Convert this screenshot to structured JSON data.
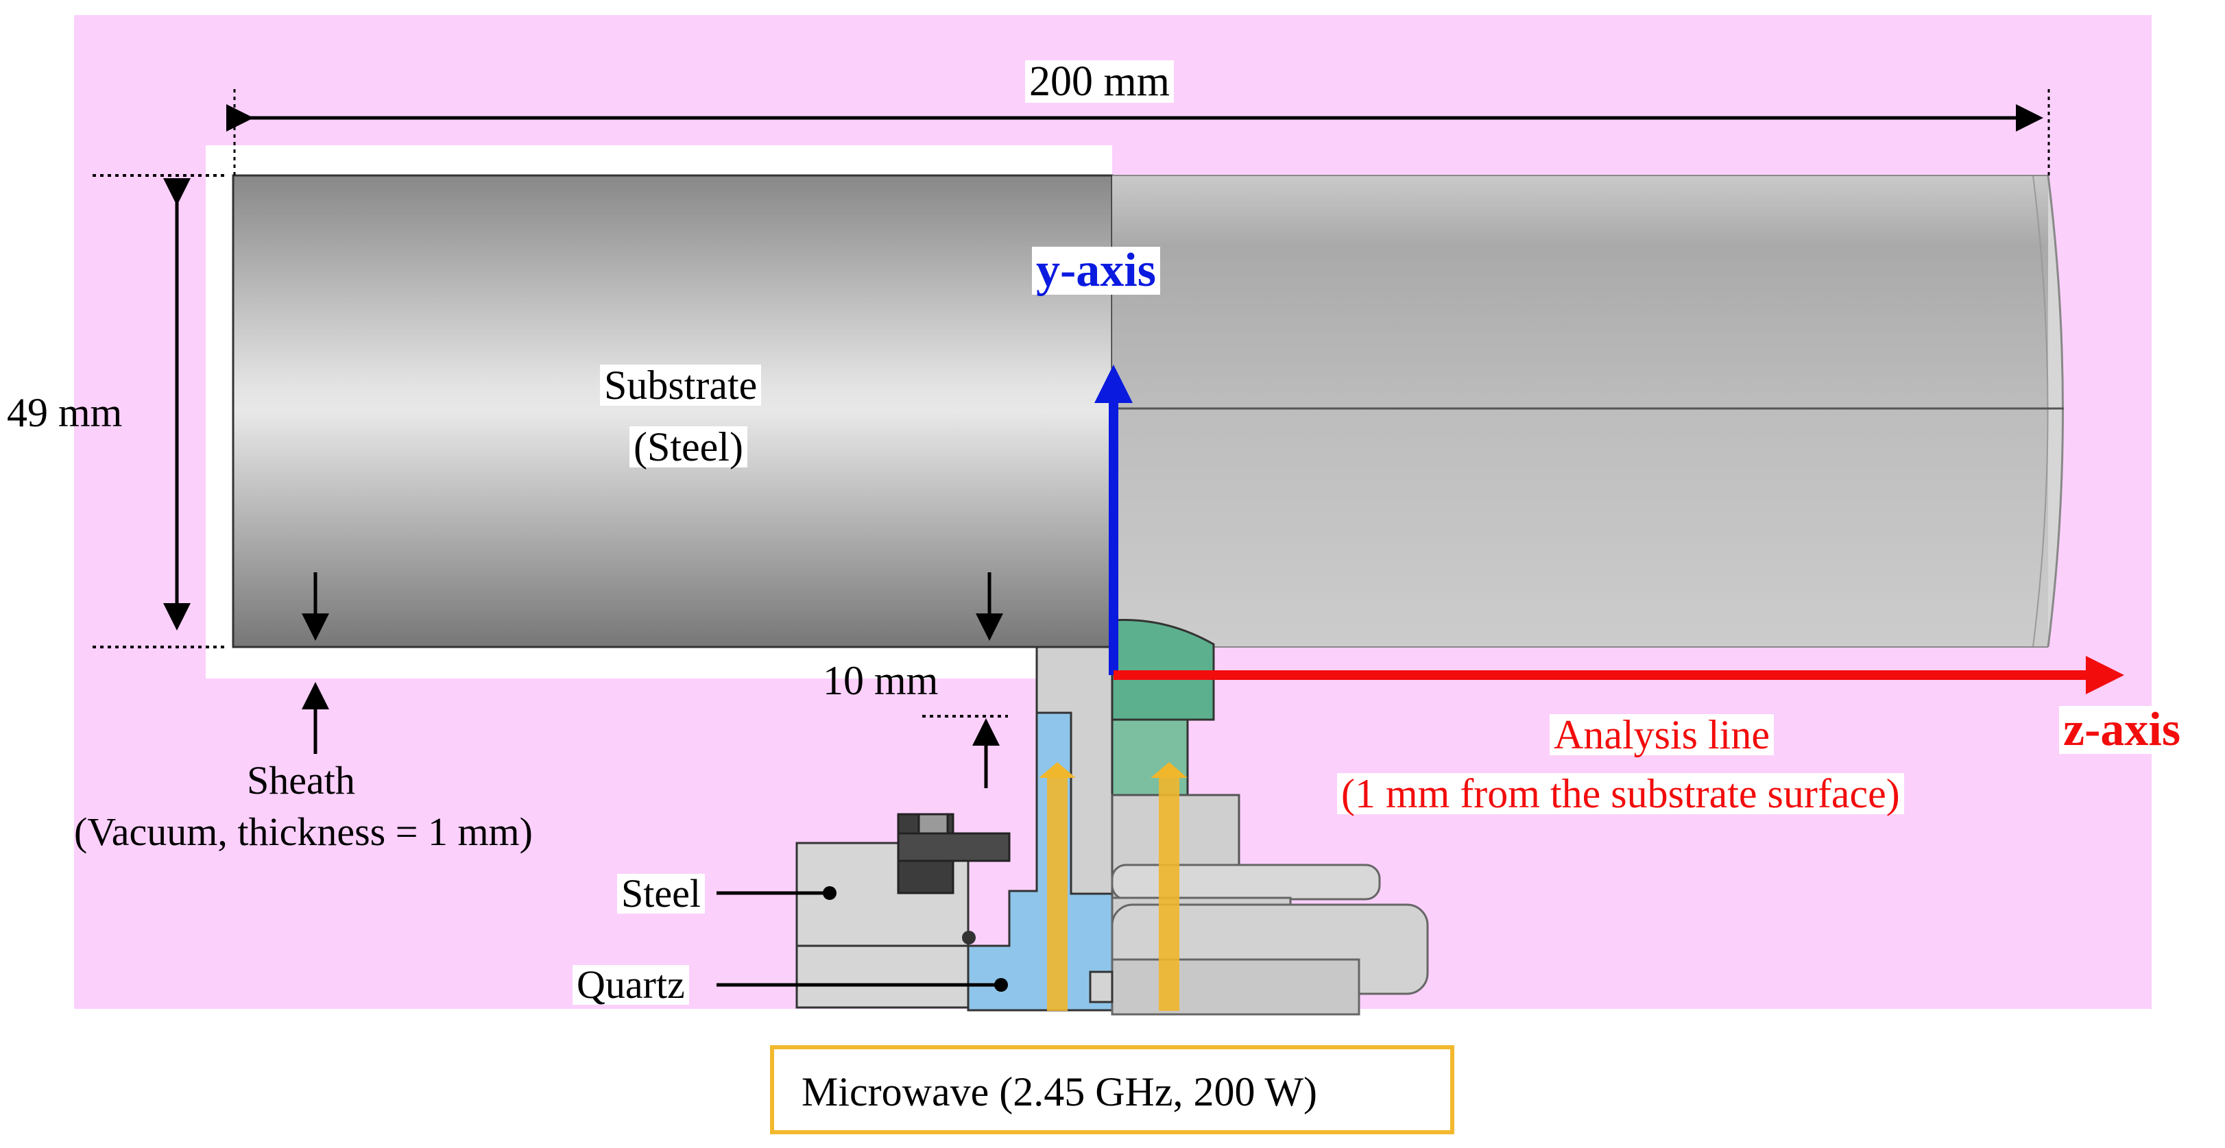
{
  "labels": {
    "width_dim": "200 mm",
    "height_dim": "49 mm",
    "gap_dim": "10 mm",
    "substrate": "Substrate",
    "substrate_material": "(Steel)",
    "sheath": "Sheath",
    "sheath_detail": "(Vacuum, thickness = 1 mm)",
    "steel": "Steel",
    "quartz": "Quartz",
    "y_axis": "y-axis",
    "z_axis": "z-axis",
    "analysis_line": "Analysis line",
    "analysis_detail": "(1 mm from the substrate surface)",
    "microwave": "Microwave (2.45 GHz, 200 W)"
  },
  "colors": {
    "background_domain": "#fbd0fb",
    "y_axis": "#0a1adf",
    "z_axis": "#f20c0c",
    "analysis_text": "#f20c0c",
    "quartz": "#8fc5ea",
    "microwave_arrow": "#f0b62c",
    "steel_part": "#d0d0d0",
    "insert_green": "#5cb08d"
  }
}
